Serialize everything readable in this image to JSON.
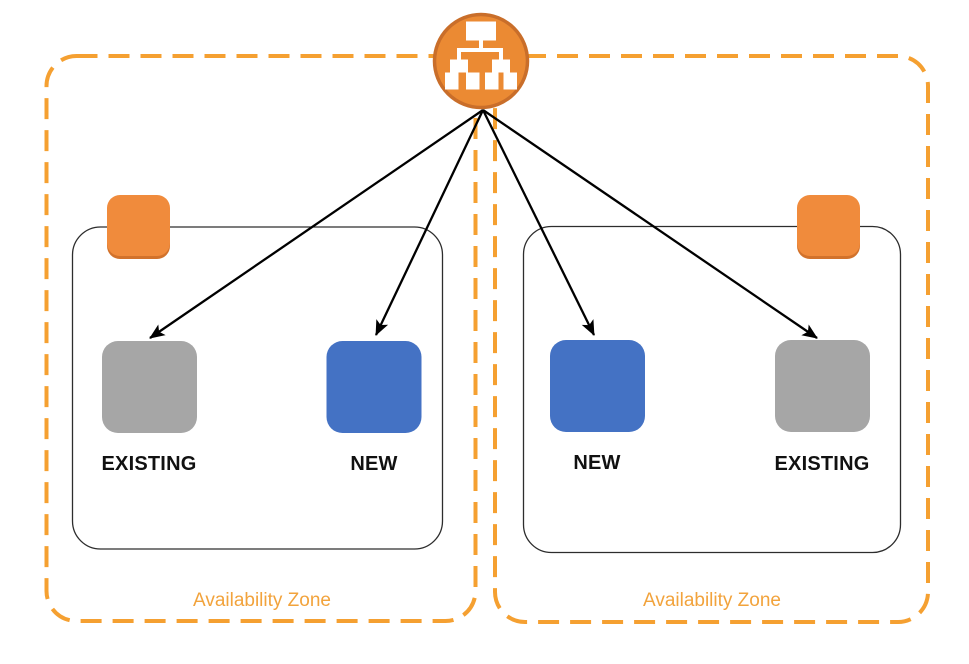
{
  "diagram": {
    "kind": "aws-availability-zone-architecture",
    "load_balancer": {
      "icon": "load-balancer-tree-icon",
      "fill": "#EB8A33",
      "rim": "#C96E2A"
    },
    "colors": {
      "zone_border": "#F5A031",
      "zone_label": "#F2A33C",
      "badge": "#F08B3C",
      "badge_shadow": "#D2722B",
      "existing_node": "#A6A6A6",
      "new_node": "#4472C4",
      "subnet_border": "#2D2D2D",
      "arrow": "#000000"
    },
    "zones": [
      {
        "label": "Availability Zone",
        "badge_corner": "top-left",
        "nodes": [
          {
            "label": "EXISTING",
            "color": "#A6A6A6"
          },
          {
            "label": "NEW",
            "color": "#4472C4"
          }
        ]
      },
      {
        "label": "Availability Zone",
        "badge_corner": "top-right",
        "nodes": [
          {
            "label": "NEW",
            "color": "#4472C4"
          },
          {
            "label": "EXISTING",
            "color": "#A6A6A6"
          }
        ]
      }
    ],
    "arrows": [
      {
        "from": "load-balancer",
        "to": "zone-1-existing"
      },
      {
        "from": "load-balancer",
        "to": "zone-1-new"
      },
      {
        "from": "load-balancer",
        "to": "zone-2-new"
      },
      {
        "from": "load-balancer",
        "to": "zone-2-existing"
      }
    ]
  }
}
